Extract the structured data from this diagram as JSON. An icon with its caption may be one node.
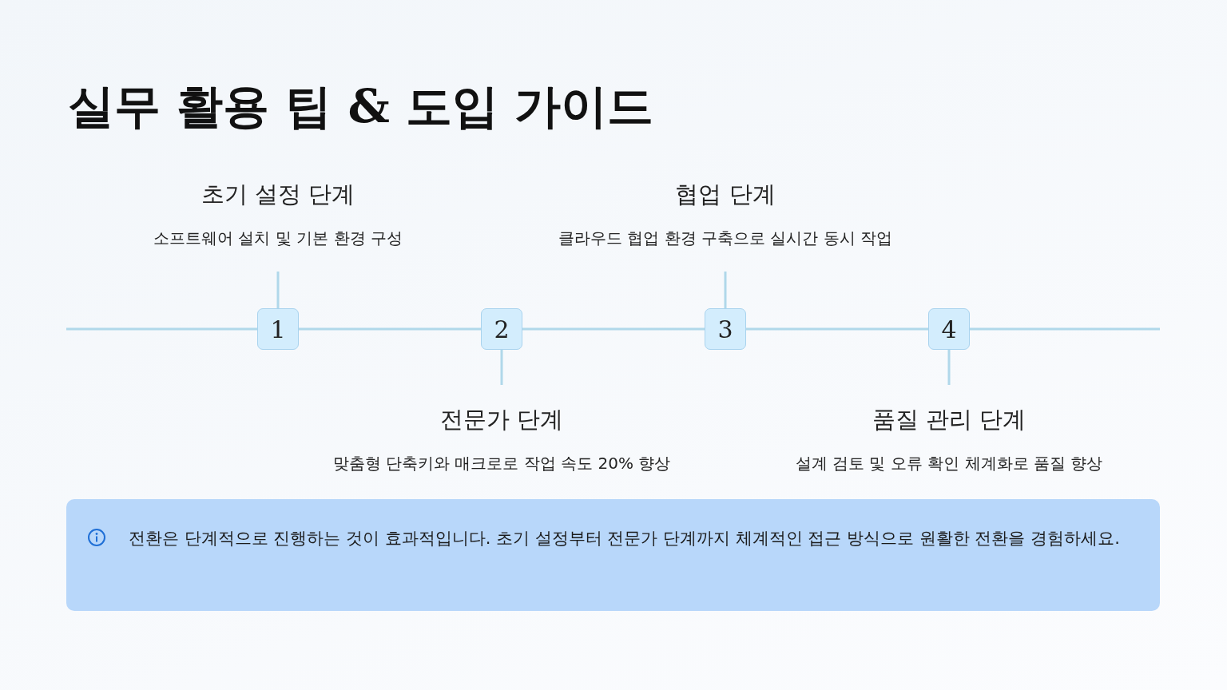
{
  "diagram": {
    "title": "실무 활용 팁 & 도입 가이드",
    "nodes": [
      {
        "text": [
          "1"
        ]
      },
      {
        "text": [
          "2"
        ]
      },
      {
        "text": [
          "3"
        ]
      },
      {
        "text": [
          "4"
        ]
      },
      {
        "text": [
          "초기 설정 단계",
          "소프트웨어 설치 및 기본 환경 구성"
        ]
      },
      {
        "text": [
          "전문가 단계",
          "맞춤형 단축키와 매크로로 작업 속도 20% 향상"
        ]
      },
      {
        "text": [
          "협업 단계",
          "클라우드 협업 환경 구축으로 실시간 동시 작업"
        ]
      },
      {
        "text": [
          "품질 관리 단계",
          "설계 검토 및 오류 확인 체계화로 품질 향상"
        ]
      },
      {
        "text": [
          "전환은 단계적으로 진행하는 것이 효과적입니다. 초기 설정부터 전문가 단계까지 체계적인 접근 방식으로 원활한 전환을 경험하세요."
        ]
      }
    ],
    "edges": [
      {
        "from": 0,
        "to": 1,
        "arrow": "none"
      },
      {
        "from": 1,
        "to": 2,
        "arrow": "none"
      },
      {
        "from": 2,
        "to": 3,
        "arrow": "none"
      },
      {
        "from": 0,
        "to": 4,
        "arrow": "none"
      },
      {
        "from": 1,
        "to": 5,
        "arrow": "none"
      },
      {
        "from": 2,
        "to": 6,
        "arrow": "none"
      },
      {
        "from": 3,
        "to": 7,
        "arrow": "none"
      }
    ]
  }
}
